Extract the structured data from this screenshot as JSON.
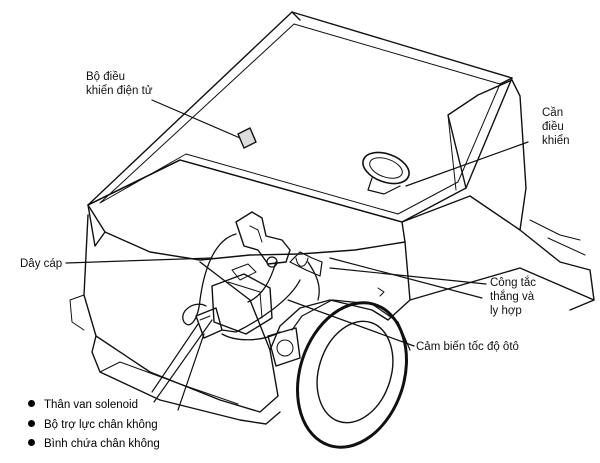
{
  "labels": {
    "ecu": [
      "Bộ điều",
      "khiển điện tử"
    ],
    "control_lever": [
      "Cần",
      "điều",
      "khiển"
    ],
    "cable": "Dây cáp",
    "brake_clutch_switch": [
      "Công tắc",
      "thắng và",
      "ly hợp"
    ],
    "speed_sensor": "Cảm biến tốc độ ôtô"
  },
  "legend": [
    "Thân van solenoid",
    "Bộ trợ lực chân không",
    "Bình chứa chân không"
  ]
}
